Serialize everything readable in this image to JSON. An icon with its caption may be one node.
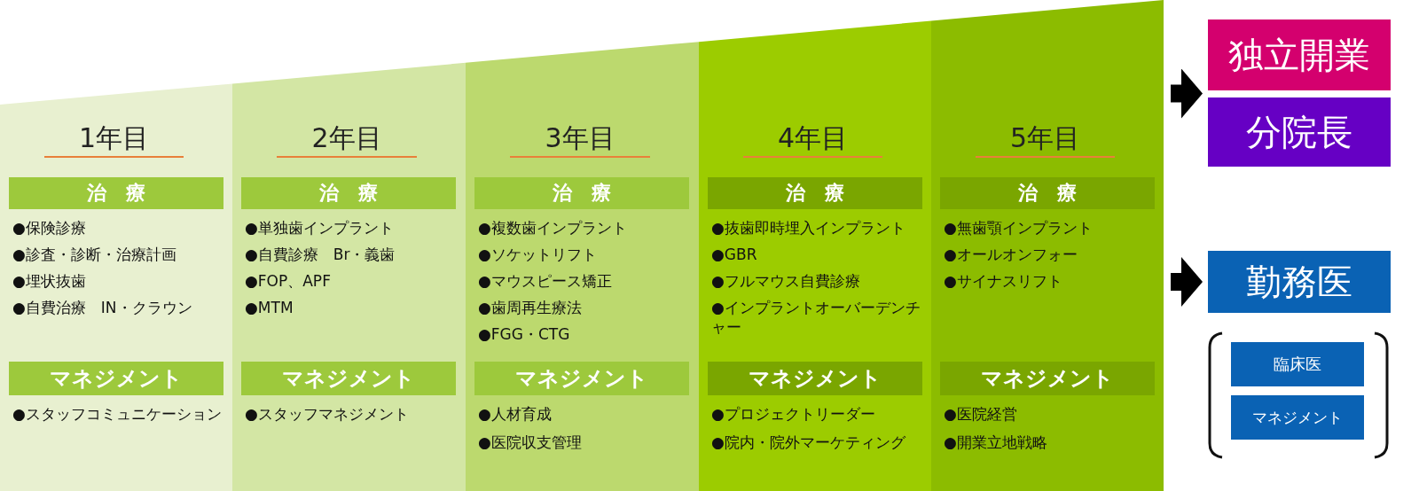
{
  "diagram": {
    "nodes": [
      {
        "text": [
          "1年目"
        ]
      },
      {
        "text": [
          "治　療"
        ],
        "in": 0,
        "beside": [
          "●保険診療",
          "●診査・診断・治療計画",
          "●埋状抜歯",
          "●自費治療　IN・クラウン"
        ]
      },
      {
        "text": [
          "マネジメント"
        ],
        "in": 0,
        "beside": [
          "●スタッフコミュニケーション"
        ]
      },
      {
        "text": [
          "2年目"
        ]
      },
      {
        "text": [
          "治　療"
        ],
        "in": 3,
        "beside": [
          "●単独歯インプラント",
          "●自費診療　Br・義歯",
          "●FOP、APF",
          "●MTM"
        ]
      },
      {
        "text": [
          "マネジメント"
        ],
        "in": 3,
        "beside": [
          "●スタッフマネジメント"
        ]
      },
      {
        "text": [
          "3年目"
        ]
      },
      {
        "text": [
          "治　療"
        ],
        "in": 6,
        "beside": [
          "●複数歯インプラント",
          "●ソケットリフト",
          "●マウスピース矯正",
          "●歯周再生療法",
          "●FGG・CTG"
        ]
      },
      {
        "text": [
          "マネジメント"
        ],
        "in": 6,
        "beside": [
          "●人材育成",
          "●医院収支管理"
        ]
      },
      {
        "text": [
          "4年目"
        ]
      },
      {
        "text": [
          "治　療"
        ],
        "in": 9,
        "beside": [
          "●抜歯即時埋入インプラント",
          "●GBR",
          "●フルマウス自費診療",
          "●インプラントオーバーデンチャー"
        ]
      },
      {
        "text": [
          "マネジメント"
        ],
        "in": 9,
        "beside": [
          "●プロジェクトリーダー",
          "●院内・院外マーケティング"
        ]
      },
      {
        "text": [
          "5年目"
        ]
      },
      {
        "text": [
          "治　療"
        ],
        "in": 12,
        "beside": [
          "●無歯顎インプラント",
          "●オールオンフォー",
          "●サイナスリフト"
        ]
      },
      {
        "text": [
          "マネジメント"
        ],
        "in": 12,
        "beside": [
          "●医院経営",
          "●開業立地戦略"
        ]
      },
      {
        "text": [
          "独立開業"
        ]
      },
      {
        "text": [
          "分院長"
        ]
      },
      {
        "text": [
          "勤務医"
        ]
      },
      {
        "text": [
          "臨床医"
        ]
      },
      {
        "text": [
          "マネジメント"
        ]
      }
    ],
    "edges": [
      {
        "from": 12,
        "to": 15,
        "arrow": "to"
      },
      {
        "from": 12,
        "to": 16,
        "arrow": "to"
      },
      {
        "from": 12,
        "to": 17,
        "arrow": "to"
      }
    ]
  }
}
